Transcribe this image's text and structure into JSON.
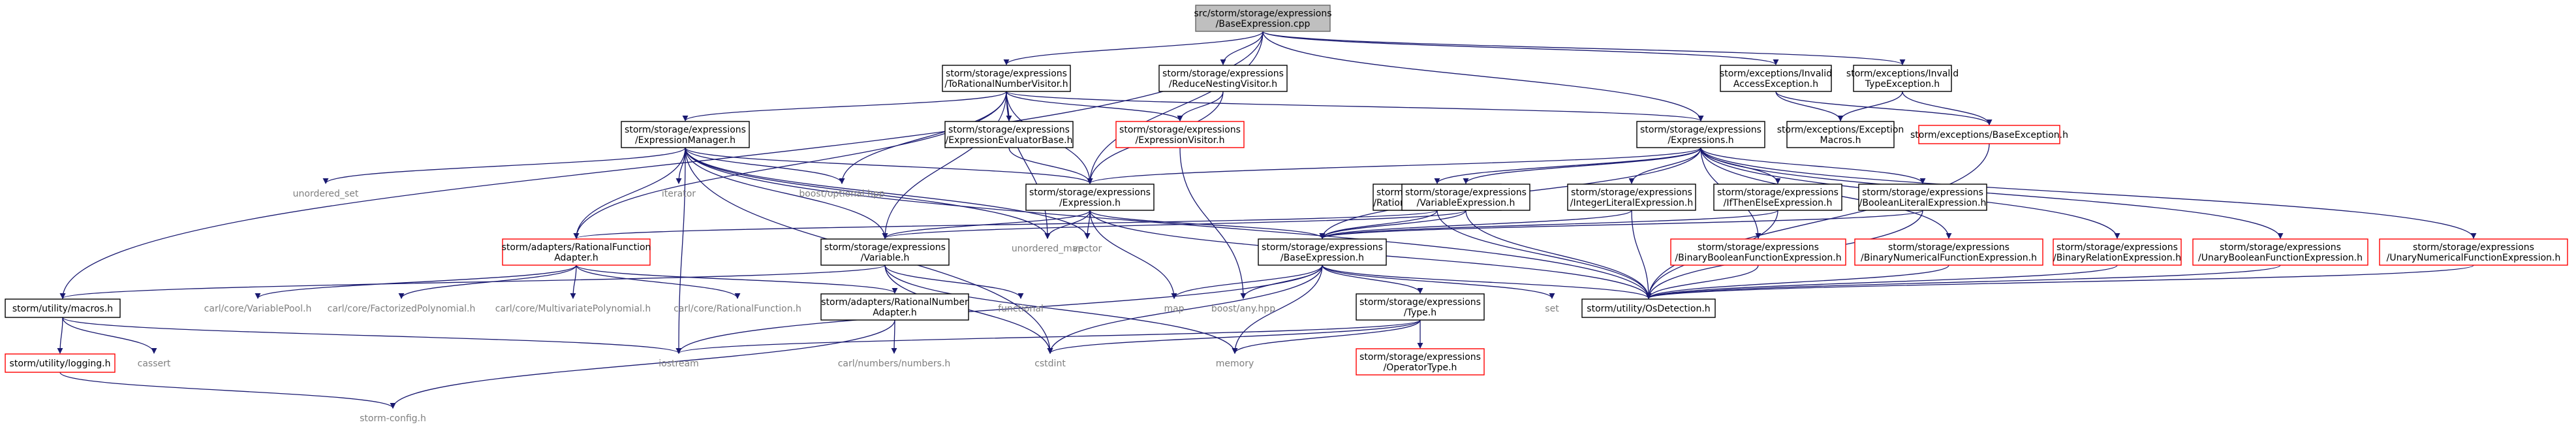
{
  "nodes": [
    {
      "id": "root",
      "lines": [
        "src/storm/storage/expressions",
        "/BaseExpression.cpp"
      ],
      "style": "root"
    },
    {
      "id": "toRational",
      "lines": [
        "storm/storage/expressions",
        "/ToRationalNumberVisitor.h"
      ],
      "style": "black"
    },
    {
      "id": "reduceNesting",
      "lines": [
        "storm/storage/expressions",
        "/ReduceNestingVisitor.h"
      ],
      "style": "black"
    },
    {
      "id": "invalidAccess",
      "lines": [
        "storm/exceptions/Invalid",
        "AccessException.h"
      ],
      "style": "black"
    },
    {
      "id": "invalidType",
      "lines": [
        "storm/exceptions/Invalid",
        "TypeException.h"
      ],
      "style": "black"
    },
    {
      "id": "exprManager",
      "lines": [
        "storm/storage/expressions",
        "/ExpressionManager.h"
      ],
      "style": "black"
    },
    {
      "id": "exprEvalBase",
      "lines": [
        "storm/storage/expressions",
        "/ExpressionEvaluatorBase.h"
      ],
      "style": "black"
    },
    {
      "id": "exprVisitor",
      "lines": [
        "storm/storage/expressions",
        "/ExpressionVisitor.h"
      ],
      "style": "red"
    },
    {
      "id": "expressions",
      "lines": [
        "storm/storage/expressions",
        "/Expressions.h"
      ],
      "style": "black"
    },
    {
      "id": "exceptionMacros",
      "lines": [
        "storm/exceptions/Exception",
        "Macros.h"
      ],
      "style": "black"
    },
    {
      "id": "baseException",
      "lines": [
        "storm/exceptions/BaseException.h"
      ],
      "style": "red"
    },
    {
      "id": "unorderedSet",
      "lines": [
        "unordered_set"
      ],
      "style": "grey"
    },
    {
      "id": "iterator",
      "lines": [
        "iterator"
      ],
      "style": "grey"
    },
    {
      "id": "boostOptional",
      "lines": [
        "boost/optional.hpp"
      ],
      "style": "grey"
    },
    {
      "id": "expression",
      "lines": [
        "storm/storage/expressions",
        "/Expression.h"
      ],
      "style": "black"
    },
    {
      "id": "rationalLiteral",
      "lines": [
        "storm/storage/expressions",
        "/RationalLiteralExpression.h"
      ],
      "style": "black"
    },
    {
      "id": "variableExpr",
      "lines": [
        "storm/storage/expressions",
        "/VariableExpression.h"
      ],
      "style": "black"
    },
    {
      "id": "integerLiteral",
      "lines": [
        "storm/storage/expressions",
        "/IntegerLiteralExpression.h"
      ],
      "style": "black"
    },
    {
      "id": "ifThenElse",
      "lines": [
        "storm/storage/expressions",
        "/IfThenElseExpression.h"
      ],
      "style": "black"
    },
    {
      "id": "booleanLiteral",
      "lines": [
        "storm/storage/expressions",
        "/BooleanLiteralExpression.h"
      ],
      "style": "black"
    },
    {
      "id": "binaryBoolean",
      "lines": [
        "storm/storage/expressions",
        "/BinaryBooleanFunctionExpression.h"
      ],
      "style": "red"
    },
    {
      "id": "binaryNumerical",
      "lines": [
        "storm/storage/expressions",
        "/BinaryNumericalFunctionExpression.h"
      ],
      "style": "red"
    },
    {
      "id": "binaryRelation",
      "lines": [
        "storm/storage/expressions",
        "/BinaryRelationExpression.h"
      ],
      "style": "red"
    },
    {
      "id": "unaryBoolean",
      "lines": [
        "storm/storage/expressions",
        "/UnaryBooleanFunctionExpression.h"
      ],
      "style": "red"
    },
    {
      "id": "unaryNumerical",
      "lines": [
        "storm/storage/expressions",
        "/UnaryNumericalFunctionExpression.h"
      ],
      "style": "red"
    },
    {
      "id": "ratFuncAdapter",
      "lines": [
        "storm/adapters/RationalFunction",
        "Adapter.h"
      ],
      "style": "red"
    },
    {
      "id": "variable",
      "lines": [
        "storm/storage/expressions",
        "/Variable.h"
      ],
      "style": "black"
    },
    {
      "id": "unorderedMap",
      "lines": [
        "unordered_map"
      ],
      "style": "grey"
    },
    {
      "id": "vector",
      "lines": [
        "vector"
      ],
      "style": "grey"
    },
    {
      "id": "baseExpression",
      "lines": [
        "storm/storage/expressions",
        "/BaseExpression.h"
      ],
      "style": "black"
    },
    {
      "id": "macros",
      "lines": [
        "storm/utility/macros.h"
      ],
      "style": "black"
    },
    {
      "id": "variablePool",
      "lines": [
        "carl/core/VariablePool.h"
      ],
      "style": "grey"
    },
    {
      "id": "factorizedPoly",
      "lines": [
        "carl/core/FactorizedPolynomial.h"
      ],
      "style": "grey"
    },
    {
      "id": "multivariatePoly",
      "lines": [
        "carl/core/MultivariatePolynomial.h"
      ],
      "style": "grey"
    },
    {
      "id": "rationalFunction",
      "lines": [
        "carl/core/RationalFunction.h"
      ],
      "style": "grey"
    },
    {
      "id": "ratNumAdapter",
      "lines": [
        "storm/adapters/RationalNumber",
        "Adapter.h"
      ],
      "style": "black"
    },
    {
      "id": "functional",
      "lines": [
        "functional"
      ],
      "style": "grey"
    },
    {
      "id": "map",
      "lines": [
        "map"
      ],
      "style": "grey"
    },
    {
      "id": "boostAny",
      "lines": [
        "boost/any.hpp"
      ],
      "style": "grey"
    },
    {
      "id": "typeH",
      "lines": [
        "storm/storage/expressions",
        "/Type.h"
      ],
      "style": "black"
    },
    {
      "id": "set",
      "lines": [
        "set"
      ],
      "style": "grey"
    },
    {
      "id": "osDetection",
      "lines": [
        "storm/utility/OsDetection.h"
      ],
      "style": "black"
    },
    {
      "id": "logging",
      "lines": [
        "storm/utility/logging.h"
      ],
      "style": "red"
    },
    {
      "id": "cassert",
      "lines": [
        "cassert"
      ],
      "style": "grey"
    },
    {
      "id": "iostream",
      "lines": [
        "iostream"
      ],
      "style": "grey"
    },
    {
      "id": "cstdint",
      "lines": [
        "cstdint"
      ],
      "style": "grey"
    },
    {
      "id": "memory",
      "lines": [
        "memory"
      ],
      "style": "grey"
    },
    {
      "id": "carlNumbers",
      "lines": [
        "carl/numbers/numbers.h"
      ],
      "style": "grey"
    },
    {
      "id": "operatorType",
      "lines": [
        "storm/storage/expressions",
        "/OperatorType.h"
      ],
      "style": "red"
    },
    {
      "id": "stormConfig",
      "lines": [
        "storm-config.h"
      ],
      "style": "grey"
    }
  ],
  "edges": [
    [
      "root",
      "toRational"
    ],
    [
      "root",
      "reduceNesting"
    ],
    [
      "root",
      "invalidAccess"
    ],
    [
      "root",
      "invalidType"
    ],
    [
      "root",
      "expressions"
    ],
    [
      "root",
      "expression"
    ],
    [
      "root",
      "macros"
    ],
    [
      "toRational",
      "exprManager"
    ],
    [
      "toRational",
      "exprEvalBase"
    ],
    [
      "toRational",
      "exprVisitor"
    ],
    [
      "toRational",
      "expressions"
    ],
    [
      "toRational",
      "expression"
    ],
    [
      "toRational",
      "boostOptional"
    ],
    [
      "toRational",
      "variable"
    ],
    [
      "toRational",
      "unorderedMap"
    ],
    [
      "toRational",
      "ratFuncAdapter"
    ],
    [
      "reduceNesting",
      "exprVisitor"
    ],
    [
      "reduceNesting",
      "expression"
    ],
    [
      "invalidAccess",
      "exceptionMacros"
    ],
    [
      "invalidAccess",
      "baseException"
    ],
    [
      "invalidType",
      "exceptionMacros"
    ],
    [
      "invalidType",
      "baseException"
    ],
    [
      "baseException",
      "osDetection"
    ],
    [
      "exprManager",
      "unorderedSet"
    ],
    [
      "exprManager",
      "iterator"
    ],
    [
      "exprManager",
      "boostOptional"
    ],
    [
      "exprManager",
      "expression"
    ],
    [
      "exprManager",
      "variable"
    ],
    [
      "exprManager",
      "ratFuncAdapter"
    ],
    [
      "exprManager",
      "unorderedMap"
    ],
    [
      "exprManager",
      "vector"
    ],
    [
      "exprManager",
      "osDetection"
    ],
    [
      "exprManager",
      "iostream"
    ],
    [
      "exprManager",
      "cstdint"
    ],
    [
      "exprEvalBase",
      "expression"
    ],
    [
      "exprVisitor",
      "boostAny"
    ],
    [
      "expressions",
      "expression"
    ],
    [
      "expressions",
      "rationalLiteral"
    ],
    [
      "expressions",
      "variableExpr"
    ],
    [
      "expressions",
      "integerLiteral"
    ],
    [
      "expressions",
      "ifThenElse"
    ],
    [
      "expressions",
      "booleanLiteral"
    ],
    [
      "expressions",
      "binaryBoolean"
    ],
    [
      "expressions",
      "binaryNumerical"
    ],
    [
      "expressions",
      "binaryRelation"
    ],
    [
      "expressions",
      "unaryBoolean"
    ],
    [
      "expressions",
      "unaryNumerical"
    ],
    [
      "expressions",
      "baseExpression"
    ],
    [
      "expression",
      "baseExpression"
    ],
    [
      "expression",
      "variable"
    ],
    [
      "expression",
      "unorderedMap"
    ],
    [
      "expression",
      "vector"
    ],
    [
      "expression",
      "map"
    ],
    [
      "expression",
      "osDetection"
    ],
    [
      "rationalLiteral",
      "baseExpression"
    ],
    [
      "rationalLiteral",
      "ratFuncAdapter"
    ],
    [
      "rationalLiteral",
      "osDetection"
    ],
    [
      "variableExpr",
      "baseExpression"
    ],
    [
      "variableExpr",
      "variable"
    ],
    [
      "variableExpr",
      "osDetection"
    ],
    [
      "integerLiteral",
      "baseExpression"
    ],
    [
      "integerLiteral",
      "osDetection"
    ],
    [
      "ifThenElse",
      "baseExpression"
    ],
    [
      "ifThenElse",
      "osDetection"
    ],
    [
      "booleanLiteral",
      "baseExpression"
    ],
    [
      "booleanLiteral",
      "osDetection"
    ],
    [
      "binaryBoolean",
      "osDetection"
    ],
    [
      "binaryNumerical",
      "osDetection"
    ],
    [
      "binaryRelation",
      "osDetection"
    ],
    [
      "unaryBoolean",
      "osDetection"
    ],
    [
      "unaryNumerical",
      "osDetection"
    ],
    [
      "ratFuncAdapter",
      "variablePool"
    ],
    [
      "ratFuncAdapter",
      "factorizedPoly"
    ],
    [
      "ratFuncAdapter",
      "multivariatePoly"
    ],
    [
      "ratFuncAdapter",
      "rationalFunction"
    ],
    [
      "ratFuncAdapter",
      "ratNumAdapter"
    ],
    [
      "variable",
      "macros"
    ],
    [
      "variable",
      "functional"
    ],
    [
      "variable",
      "cstdint"
    ],
    [
      "variable",
      "memory"
    ],
    [
      "baseExpression",
      "map"
    ],
    [
      "baseExpression",
      "boostAny"
    ],
    [
      "baseExpression",
      "typeH"
    ],
    [
      "baseExpression",
      "set"
    ],
    [
      "baseExpression",
      "osDetection"
    ],
    [
      "baseExpression",
      "iostream"
    ],
    [
      "baseExpression",
      "cstdint"
    ],
    [
      "baseExpression",
      "memory"
    ],
    [
      "typeH",
      "memory"
    ],
    [
      "typeH",
      "cstdint"
    ],
    [
      "typeH",
      "iostream"
    ],
    [
      "typeH",
      "operatorType"
    ],
    [
      "macros",
      "logging"
    ],
    [
      "macros",
      "cassert"
    ],
    [
      "macros",
      "iostream"
    ],
    [
      "logging",
      "stormConfig"
    ],
    [
      "ratNumAdapter",
      "carlNumbers"
    ],
    [
      "ratNumAdapter",
      "stormConfig"
    ]
  ]
}
